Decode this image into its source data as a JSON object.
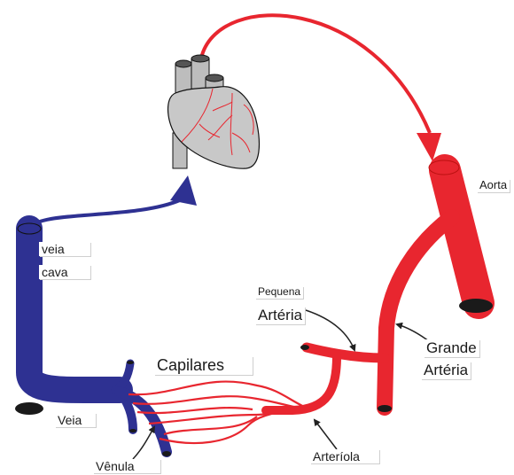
{
  "labels": {
    "aorta": "Aorta",
    "veia_cava_1": "veia",
    "veia_cava_2": "cava",
    "pequena": "Pequena",
    "arteria_small": "Artéria",
    "capilares": "Capilares",
    "grande": "Grande",
    "arteria_big": "Artéria",
    "veia": "Veia",
    "arteriola": "Arteríola",
    "venula": "Vênula"
  },
  "colors": {
    "artery": "#e8262f",
    "vein": "#2e3192",
    "heart_fill": "#c8c8c8",
    "vessel_end": "#1a1a1a",
    "pointer": "#222222"
  },
  "icons": [
    "heart-illustration"
  ]
}
